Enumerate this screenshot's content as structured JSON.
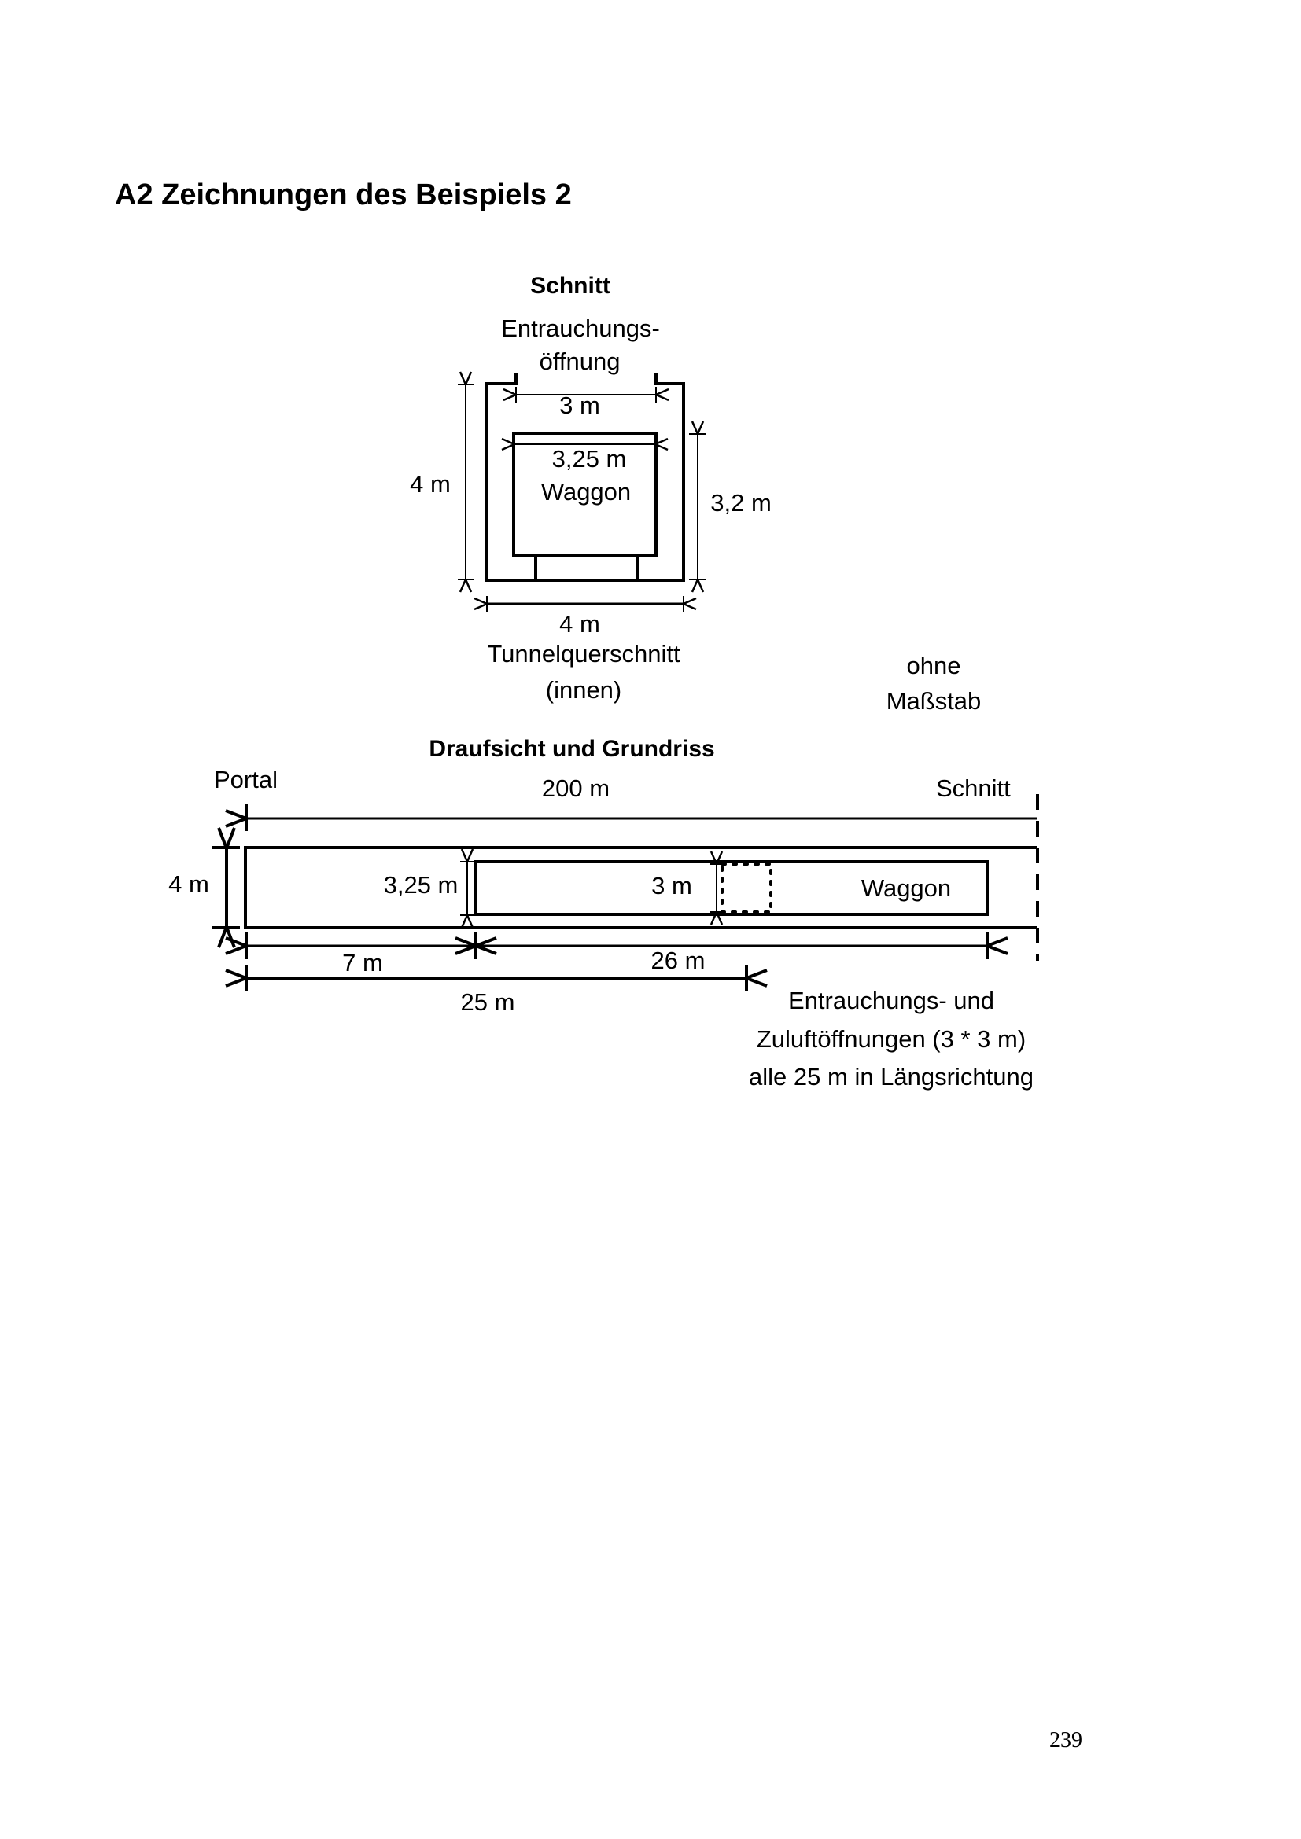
{
  "page": {
    "heading": "A2 Zeichnungen des Beispiels 2",
    "page_number": "239"
  },
  "section_view": {
    "title": "Schnitt",
    "opening_label_line1": "Entrauchungs-",
    "opening_label_line2": "öffnung",
    "opening_width": "3 m",
    "waggon_width": "3,25 m",
    "waggon_label": "Waggon",
    "tunnel_height": "4 m",
    "waggon_height": "3,2 m",
    "tunnel_width": "4 m",
    "caption_line1": "Tunnelquerschnitt",
    "caption_line2": "(innen)"
  },
  "scale_note": {
    "line1": "ohne",
    "line2": "Maßstab"
  },
  "plan_view": {
    "title": "Draufsicht und Grundriss",
    "portal_label": "Portal",
    "section_label": "Schnitt",
    "tunnel_length": "200 m",
    "tunnel_width": "4 m",
    "waggon_width": "3,25 m",
    "opening_width": "3 m",
    "waggon_label": "Waggon",
    "waggon_offset": "7 m",
    "waggon_length": "26 m",
    "opening_spacing": "25 m",
    "note_line1": "Entrauchungs- und",
    "note_line2": "Zuluftöffnungen (3 * 3 m)",
    "note_line3": "alle 25 m in Längsrichtung"
  }
}
